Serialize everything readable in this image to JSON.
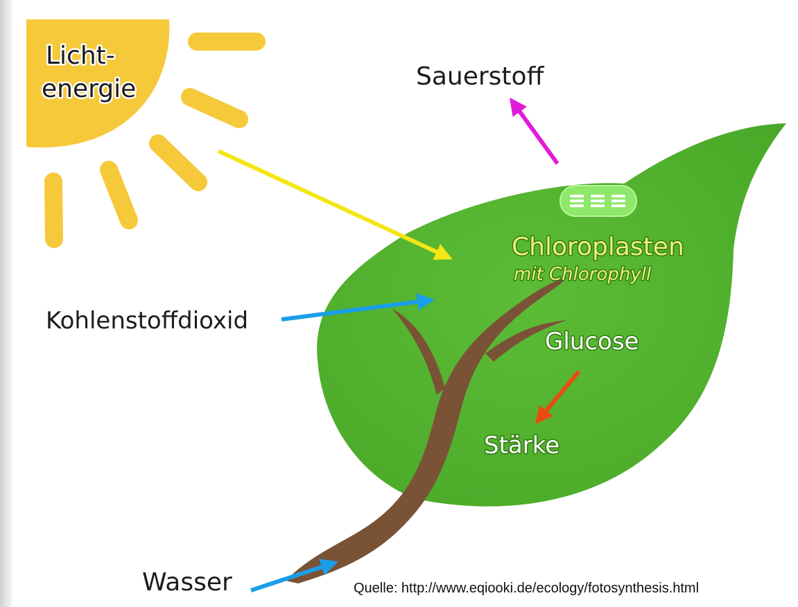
{
  "labels": {
    "sun": [
      "Licht-",
      "energie"
    ],
    "oxygen": "Sauerstoff",
    "chloroplast": "Chloroplasten",
    "chlorophyll": "mit Chlorophyll",
    "co2": "Kohlenstoffdioxid",
    "glucose": "Glucose",
    "starch": "Stärke",
    "water": "Wasser"
  },
  "source": "Quelle: http://www.eqiooki.de/ecology/fotosynthesis.html",
  "colors": {
    "sun": "#f6c93a",
    "leaf": "#52b02f",
    "stem": "#7a5236",
    "light_arrow": "#f4e614",
    "oxygen_arrow": "#e11bd8",
    "co2_arrow": "#1a9ee8",
    "water_arrow": "#1a9ee8",
    "glucose_arrow": "#ec4a12",
    "chloroplast": "#8ee86a"
  },
  "icons": {
    "sun": "sun-icon",
    "chloroplast": "chloroplast-icon"
  }
}
